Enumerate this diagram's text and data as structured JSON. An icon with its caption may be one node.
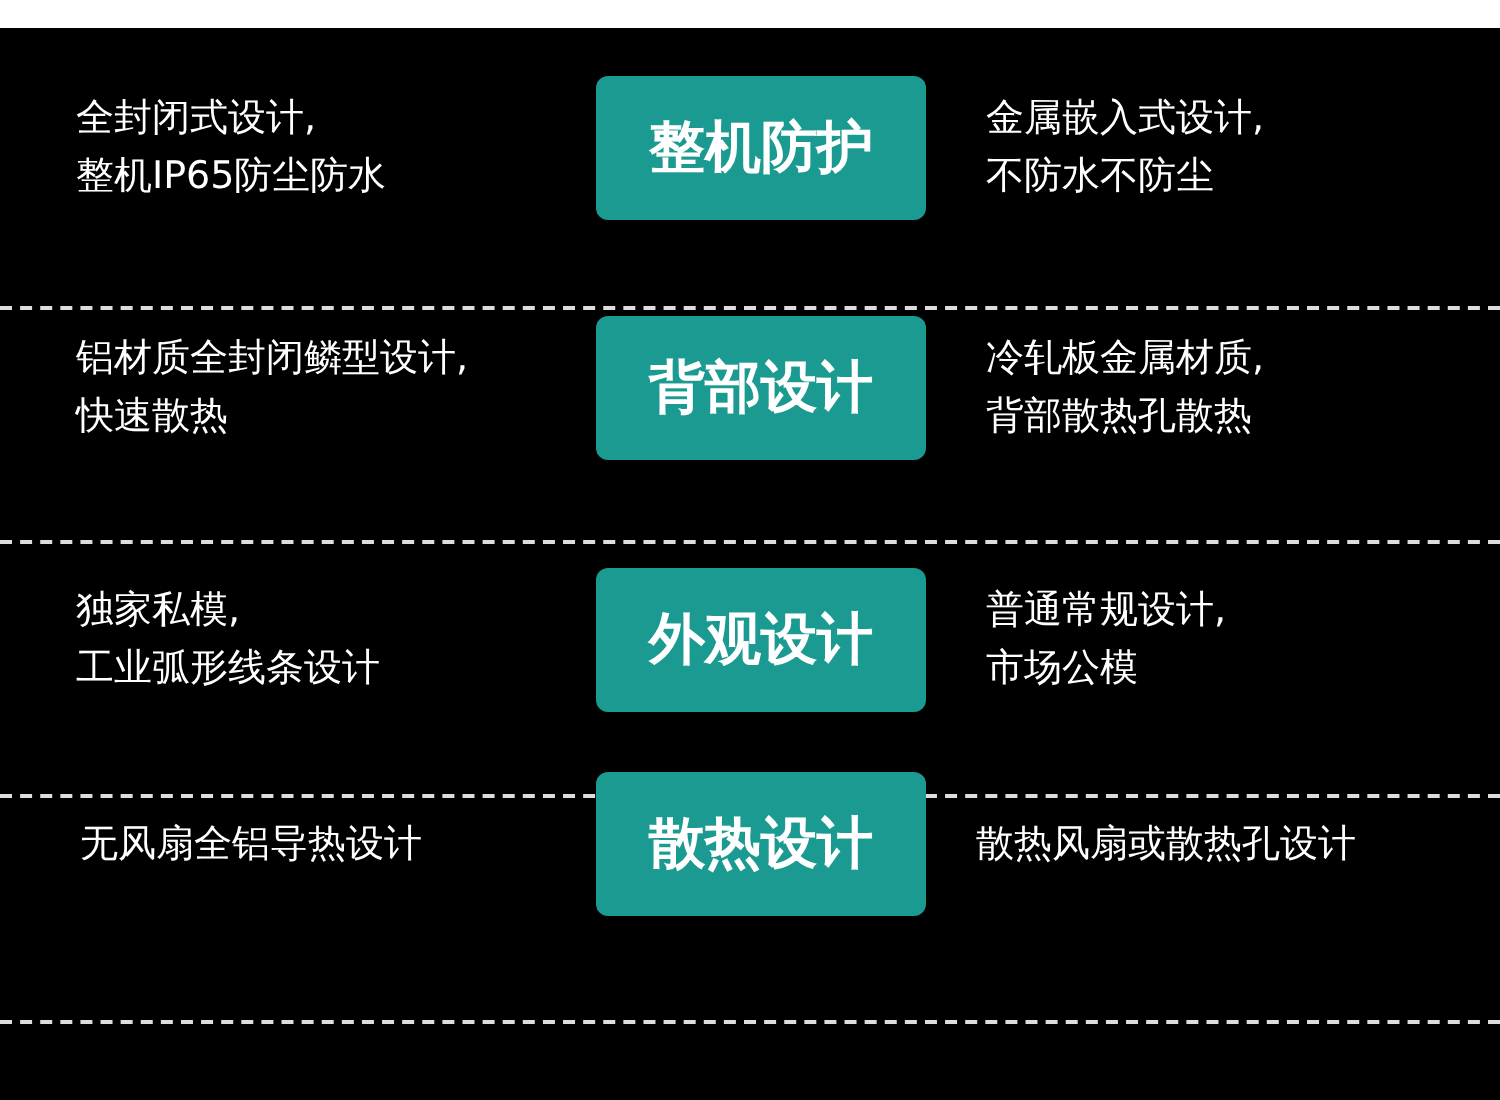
{
  "diagram": {
    "nodes": [
      {
        "text": [
          "整机防护"
        ]
      },
      {
        "text": [
          "背部设计"
        ]
      },
      {
        "text": [
          "外观设计"
        ]
      },
      {
        "text": [
          "散热设计"
        ]
      }
    ],
    "labels": [
      "全封闭式设计, 整机IP65防尘防水",
      "金属嵌入式设计, 不防水不防尘",
      "铝材质全封闭鳞型设计, 快速散热",
      "冷轧板金属材质, 背部散热孔散热",
      "独家私模, 工业弧形线条设计",
      "普通常规设计, 市场公模",
      "无风扇全铝导热设计",
      "散热风扇或散热孔设计"
    ]
  }
}
